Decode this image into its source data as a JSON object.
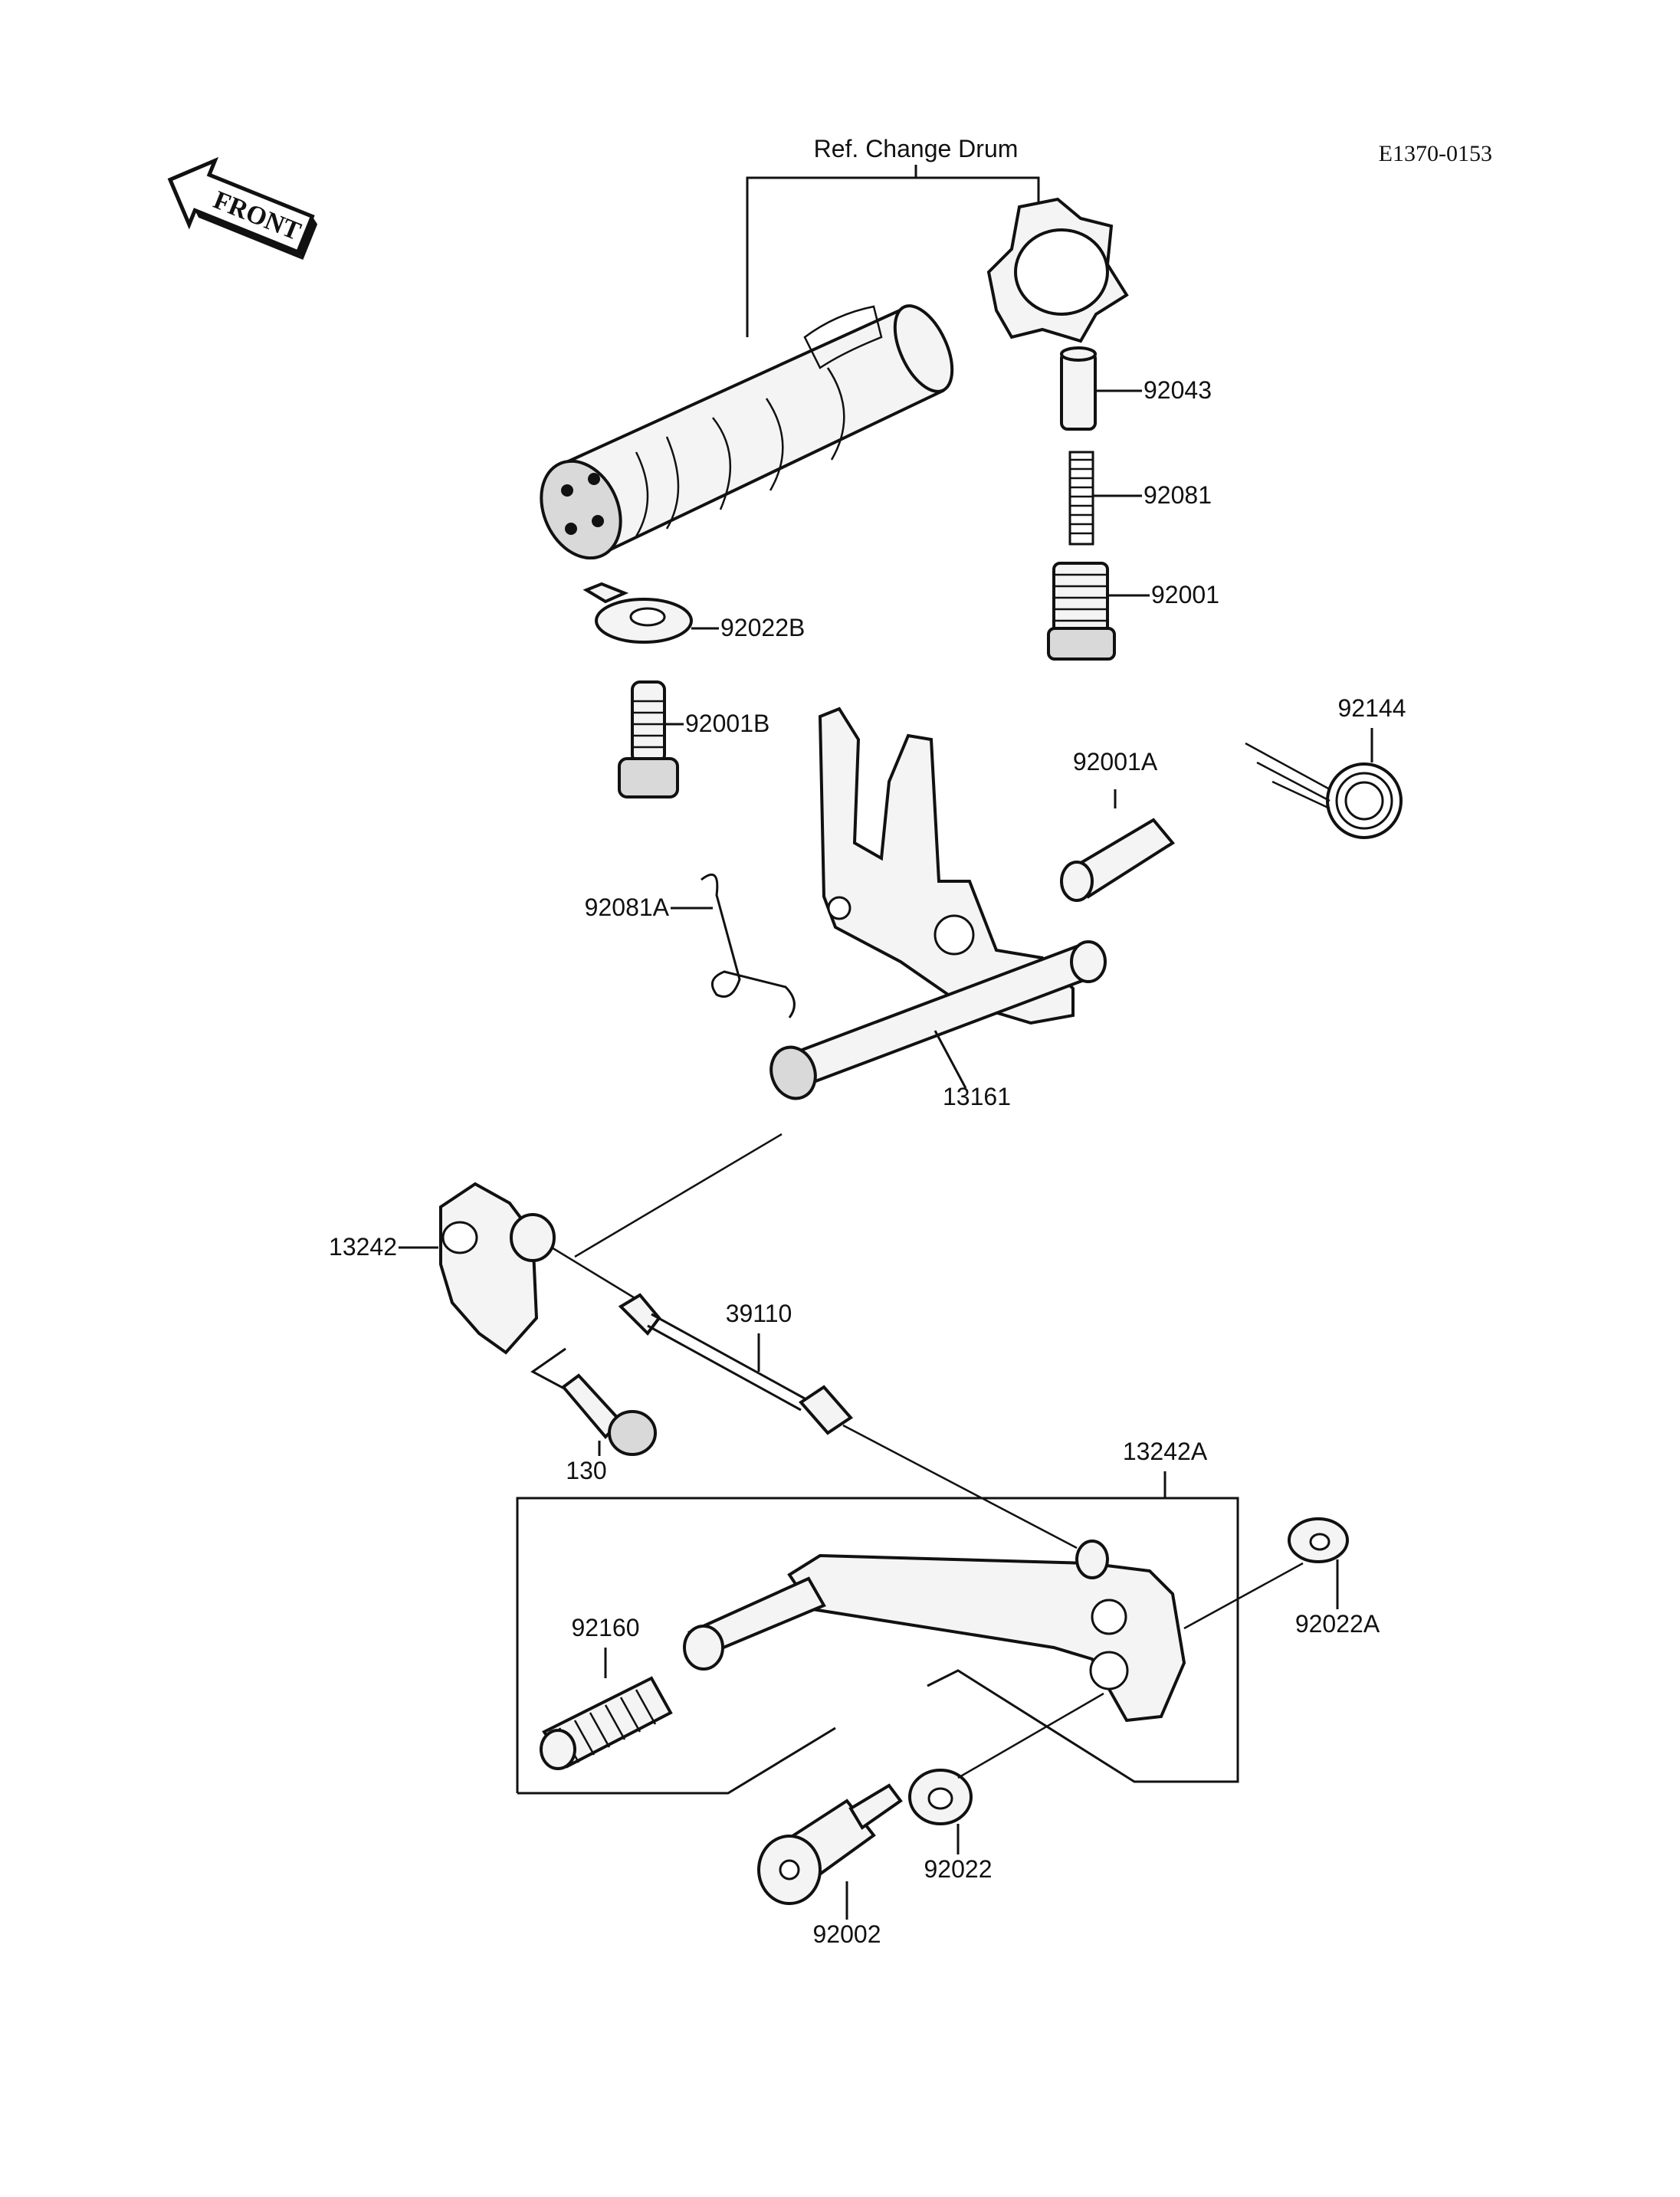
{
  "diagram": {
    "ref_label": "Ref. Change Drum",
    "doc_id": "E1370-0153",
    "front_label": "FRONT",
    "parts": {
      "p92043": "92043",
      "p92081": "92081",
      "p92001": "92001",
      "p92022B": "92022B",
      "p92001B": "92001B",
      "p92144": "92144",
      "p92001A": "92001A",
      "p92081A": "92081A",
      "p13161": "13161",
      "p13242": "13242",
      "p39110": "39110",
      "p130": "130",
      "p13242A": "13242A",
      "p92160": "92160",
      "p92022A": "92022A",
      "p92022": "92022",
      "p92002": "92002"
    }
  }
}
